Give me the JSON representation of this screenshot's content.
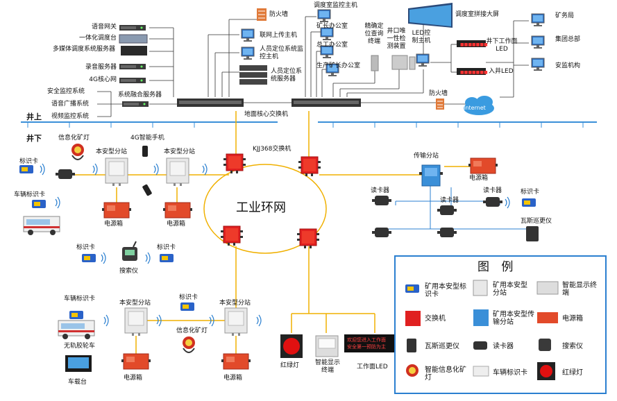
{
  "surface": {
    "zone_above": "井上",
    "zone_below": "井下",
    "left_devices": [
      "语音网关",
      "一体化调度台",
      "多媒体调度系统服务器",
      "录音服务器",
      "4G核心网"
    ],
    "left_systems": [
      "安全监控系统",
      "语音广播系统",
      "视频监控系统"
    ],
    "fusion_server": "系统融合服务器",
    "firewall_top": "防火墙",
    "dispatch_host": "调度室监控主机",
    "mid_servers": [
      "联网上传主机",
      "人员定位系统监控主机",
      "人员定位系统服务器"
    ],
    "offices": [
      "矿长办公室",
      "总工办公室",
      "生产矿长办公室"
    ],
    "terminals": [
      "精确定位查询终端",
      "井口唯一性检测装置"
    ],
    "led_host": "LED控制主机",
    "big_screen": "调度室拼接大屏",
    "led_work": "井下工作面LED",
    "led_entry": "入井LED",
    "remote": [
      "矿务局",
      "集团总部",
      "安监机构"
    ],
    "firewall_right": "防火墙",
    "core_switch": "地面核心交换机",
    "internet": "Internet"
  },
  "underground": {
    "ring_label": "工业环网",
    "switch_label": "KJJ368交换机",
    "labels": {
      "lamp": "信息化矿灯",
      "phone": "4G智能手机",
      "station": "本安型分站",
      "card": "标识卡",
      "vehicle_card": "车辆标识卡",
      "power": "电源箱",
      "searcher": "搜索仪",
      "transfer": "传输分站",
      "reader": "读卡器",
      "patrol": "瓦斯巡更仪",
      "vehicle": "无轨胶轮车",
      "car_terminal": "车载台",
      "traffic_light": "红绿灯",
      "smart_display": "智能显示终端",
      "face_led": "工作面LED"
    },
    "led_text": [
      "欢迎您进入工作面",
      "安全第一预防为主"
    ]
  },
  "legend": {
    "title": "图 例",
    "items": [
      "矿用本安型标识卡",
      "矿用本安型分站",
      "智能显示终端",
      "交换机",
      "矿用本安型传输分站",
      "电源箱",
      "瓦斯巡更仪",
      "读卡器",
      "搜索仪",
      "智能信息化矿灯",
      "车辆标识卡",
      "红绿灯"
    ]
  },
  "colors": {
    "network_line": "#f0b000",
    "well_line": "#3a8fd8",
    "switch_red": "#e02020",
    "transfer_blue": "#3a8fd8",
    "device_black": "#333333",
    "power_red": "#e24a2a",
    "legend_border": "#2a7fd0",
    "cloud_blue": "#3a9be0"
  },
  "icons": [
    "server-icon",
    "monitor-icon",
    "firewall-icon",
    "switch-icon",
    "cloud-icon",
    "card-icon",
    "lamp-icon",
    "phone-icon",
    "reader-icon",
    "searcher-icon",
    "vehicle-icon",
    "traffic-light-icon"
  ]
}
